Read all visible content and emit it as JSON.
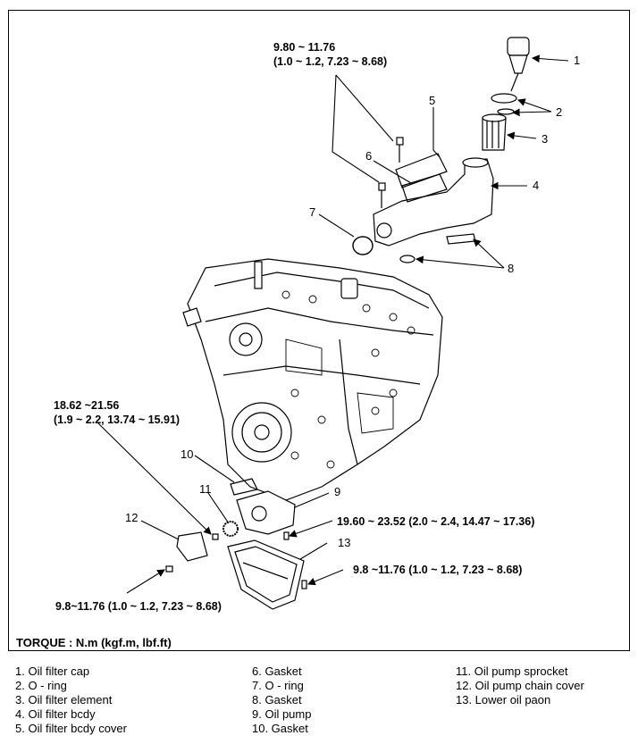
{
  "torques": {
    "t1_line1": "9.80 ~ 11.76",
    "t1_line2": "(1.0 ~ 1.2, 7.23 ~ 8.68)",
    "t2_line1": "18.62 ~21.56",
    "t2_line2": "(1.9 ~ 2.2, 13.74 ~ 15.91)",
    "t3": "19.60 ~ 23.52 (2.0 ~ 2.4, 14.47 ~ 17.36)",
    "t4": "9.8 ~11.76 (1.0 ~ 1.2, 7.23 ~ 8.68)",
    "t5": "9.8~11.76 (1.0 ~ 1.2, 7.23 ~ 8.68)"
  },
  "callouts": [
    "1",
    "2",
    "3",
    "4",
    "5",
    "6",
    "7",
    "8",
    "9",
    "10",
    "11",
    "12",
    "13"
  ],
  "torque_unit": "TORQUE : N.m (kgf.m, lbf.ft)",
  "legend": [
    "1.  Oil filter cap",
    "2.  O - ring",
    "3.  Oil filter element",
    "4.  Oil filter bcdy",
    "5.  Oil filter bcdy cover",
    "6.  Gasket",
    "7.  O - ring",
    "8.  Gasket",
    "9.  Oil pump",
    "10.  Gasket",
    "11.  Oil pump sprocket",
    "12.  Oil pump chain cover",
    "13.  Lower oil paon"
  ]
}
